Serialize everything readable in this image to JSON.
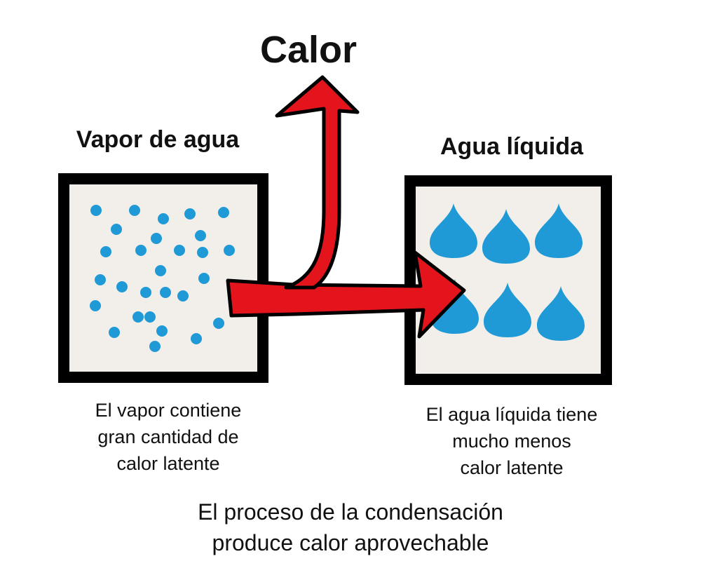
{
  "diagram": {
    "heat_label": "Calor",
    "vapor": {
      "title": "Vapor de agua",
      "description": "El vapor contiene\ngran cantidad de\ncalor latente"
    },
    "liquid": {
      "title": "Agua líquida",
      "description": "El agua líquida tiene\nmucho menos\ncalor latente"
    },
    "caption": "El proceso de la condensación\nproduce calor aprovechable"
  },
  "colors": {
    "droplet_blue": "#1f9ad6",
    "arrow_red": "#e3141b",
    "box_fill": "#f2efea",
    "box_border": "#000000"
  }
}
